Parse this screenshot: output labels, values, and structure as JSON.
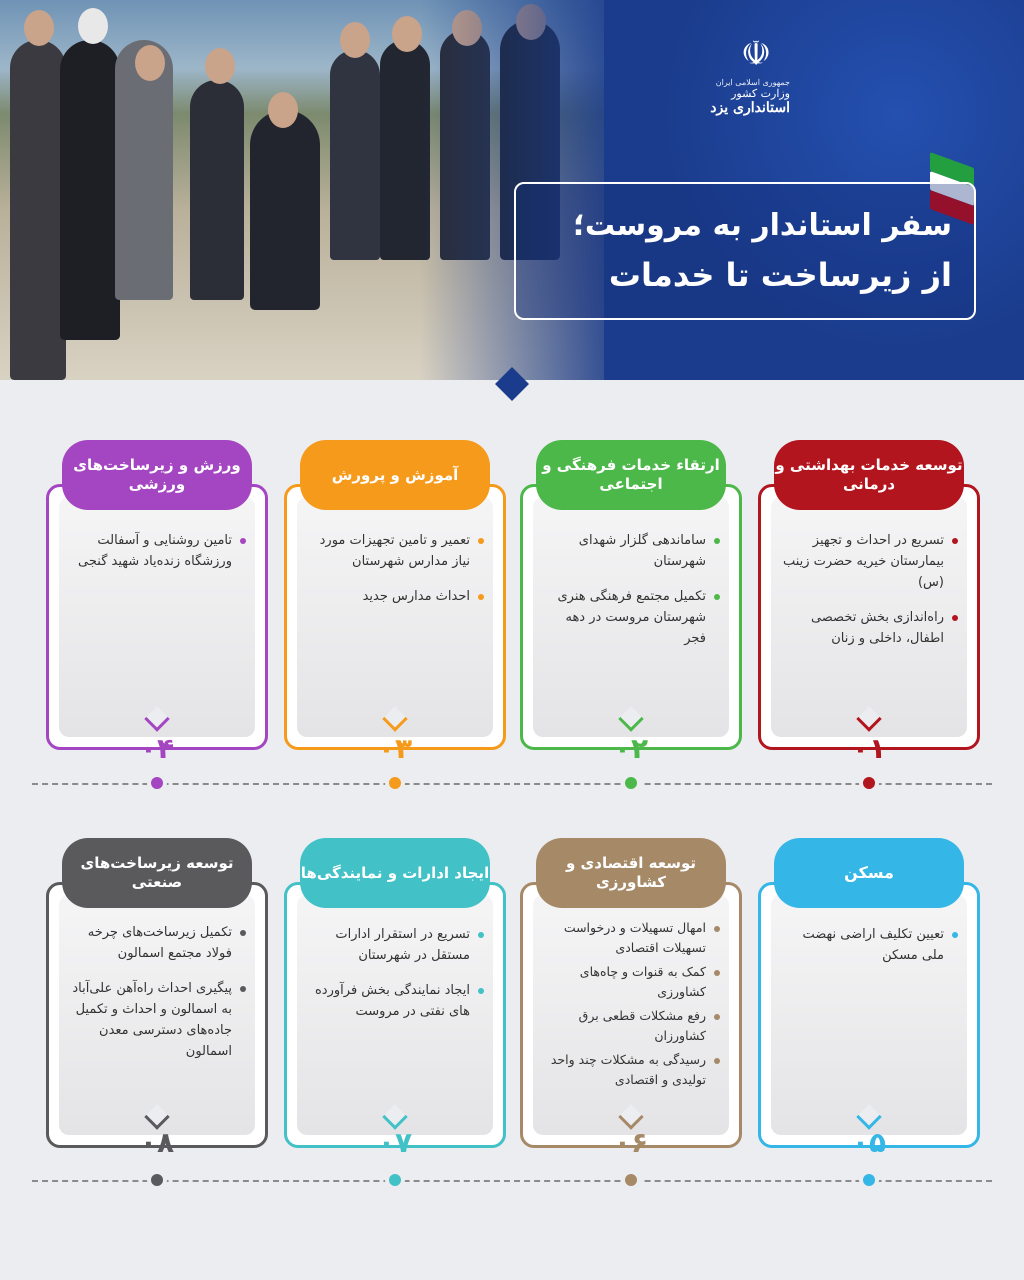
{
  "header": {
    "org_line1": "جمهوری اسلامی ایران",
    "org_line2": "وزارت کشور",
    "org_line3": "استانداری یزد",
    "title_line1": "سفر استاندار به مروست؛",
    "title_line2": "از زیرساخت تا خدمات",
    "emblem_icon": "iran-emblem-icon",
    "colors": {
      "header_bg": "#1b3c8c",
      "page_bg": "#ecedf0"
    }
  },
  "cards": [
    {
      "number": "۰۱",
      "color": "#b3151e",
      "title": "توسعه خدمات بهداشتی و درمانی",
      "items": [
        "تسریع در احداث و تجهیز بیمارستان خیریه حضرت زینب (س)",
        "راه‌اندازی بخش تخصصی اطفال، داخلی و زنان"
      ]
    },
    {
      "number": "۰۲",
      "color": "#4db84a",
      "title": "ارتقاء خدمات فرهنگی و اجتماعی",
      "items": [
        "ساماندهی گلزار شهدای شهرستان",
        "تکمیل مجتمع فرهنگی هنری شهرستان مروست در دهه فجر"
      ]
    },
    {
      "number": "۰۳",
      "color": "#f59a1b",
      "title": "آموزش و پرورش",
      "items": [
        "تعمیر و تامین تجهیزات مورد نیاز مدارس شهرستان",
        "احداث مدارس جدید"
      ]
    },
    {
      "number": "۰۴",
      "color": "#a446c2",
      "title": "ورزش و زیرساخت‌های ورزشی",
      "items": [
        "تامین روشنایی و آسفالت ورزشگاه زنده‌یاد شهید گنجی"
      ]
    },
    {
      "number": "۰۵",
      "color": "#34b6e6",
      "title": "مسکن",
      "items": [
        "تعیین تکلیف اراضی نهضت ملی مسکن"
      ]
    },
    {
      "number": "۰۶",
      "color": "#a68a68",
      "title": "توسعه اقتصادی و کشاورزی",
      "items": [
        "امهال تسهیلات و درخواست تسهیلات اقتصادی",
        "کمک به قنوات و چاه‌های کشاورزی",
        "رفع مشکلات قطعی برق کشاورزان",
        "رسیدگی به مشکلات چند واحد تولیدی و اقتصادی"
      ]
    },
    {
      "number": "۰۷",
      "color": "#42c1c6",
      "title": "ایجاد ادارات و نمایندگی‌ها",
      "items": [
        "تسریع در استقرار ادارات مستقل در شهرستان",
        "ایجاد نمایندگی بخش فرآورده های نفتی در مروست"
      ]
    },
    {
      "number": "۰۸",
      "color": "#5a5a5c",
      "title": "توسعه زیرساخت‌های صنعتی",
      "items": [
        "تکمیل زیرساخت‌های چرخه فولاد مجتمع اسمالون",
        "پیگیری احداث راه‌آهن علی‌آباد به اسمالون و احداث و تکمیل جاده‌های دسترسی معدن اسمالون"
      ]
    }
  ]
}
